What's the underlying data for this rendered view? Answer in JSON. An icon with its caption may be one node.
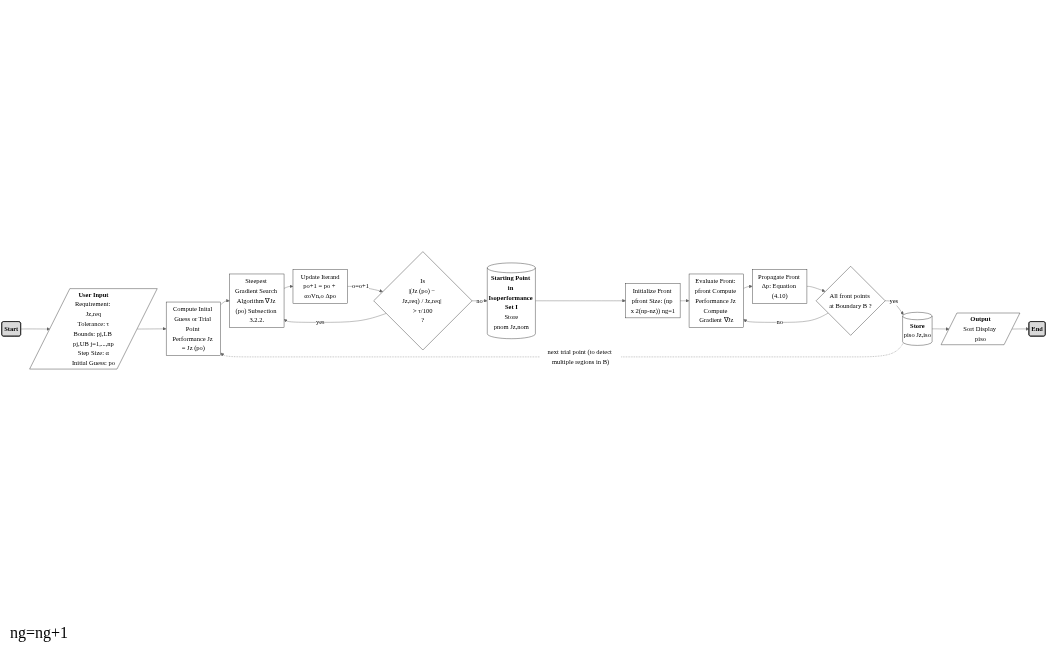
{
  "diagram": {
    "nodes": [
      {
        "text": [
          "Start"
        ]
      },
      {
        "text": [
          "User Input",
          "Requirement: Jz,req",
          "Tolerance: τ",
          "Bounds: pj,LB pj,UB j=1,...,np",
          "Step Size: α",
          "Initial Guess: po"
        ]
      },
      {
        "text": [
          "Compute Inital Guess or Trial Point Performance Jz = Jz (po)"
        ]
      },
      {
        "text": [
          "Steepest Gradient Search Algorithm ∇Jz (po) Subsection 3.2.2."
        ]
      },
      {
        "text": [
          "Update Iterand",
          "po+1 = po + αoVn,o Δpo"
        ]
      },
      {
        "text": [
          "Is",
          "|(Jz (po) − Jz,req) / Jz,req| > τ/100",
          "?"
        ]
      },
      {
        "text": [
          "Starting Point in Isoperformance Set I",
          "Store",
          "pnom Jz,nom"
        ]
      },
      {
        "text": [
          "Initialize Front pfront Size: (np x 2(np-nz)) ng=1"
        ]
      },
      {
        "text": [
          "Evaluate Front: pfront Compute Performance Jz Compute Gradient ∇Jz"
        ]
      },
      {
        "text": [
          "Propagate Front Δp: Equation (4.10)"
        ]
      },
      {
        "text": [
          "All front points at Boundary B ?"
        ]
      },
      {
        "text": [
          "Store",
          "piso Jz,iso"
        ]
      },
      {
        "text": [
          "Output",
          "Sort Display piso"
        ]
      },
      {
        "text": [
          "End"
        ]
      }
    ],
    "edges": [
      {
        "from": 0,
        "to": 1,
        "arrow": "to"
      },
      {
        "from": 1,
        "to": 2,
        "arrow": "to"
      },
      {
        "from": 2,
        "to": 3,
        "arrow": "to"
      },
      {
        "from": 3,
        "to": 4,
        "arrow": "to"
      },
      {
        "from": 4,
        "to": 5,
        "arrow": "to",
        "label": "o=o+1"
      },
      {
        "from": 5,
        "to": 3,
        "arrow": "to",
        "label": "yes"
      },
      {
        "from": 5,
        "to": 6,
        "arrow": "to",
        "label": "no"
      },
      {
        "from": 6,
        "to": 7,
        "arrow": "to"
      },
      {
        "from": 7,
        "to": 8,
        "arrow": "to"
      },
      {
        "from": 8,
        "to": 9,
        "arrow": "to"
      },
      {
        "from": 9,
        "to": 10,
        "arrow": "to"
      },
      {
        "from": 10,
        "to": 8,
        "arrow": "to",
        "label": "no"
      },
      {
        "from": 10,
        "to": 11,
        "arrow": "to",
        "label": "yes"
      },
      {
        "from": 11,
        "to": 12,
        "arrow": "to"
      },
      {
        "from": 12,
        "to": 13,
        "arrow": "to"
      },
      {
        "from": 11,
        "to": 2,
        "arrow": "to",
        "style": "dashed",
        "label": "next trial point (to detect multiple regions in B)"
      }
    ],
    "labels": [
      "ng=ng+1"
    ]
  }
}
